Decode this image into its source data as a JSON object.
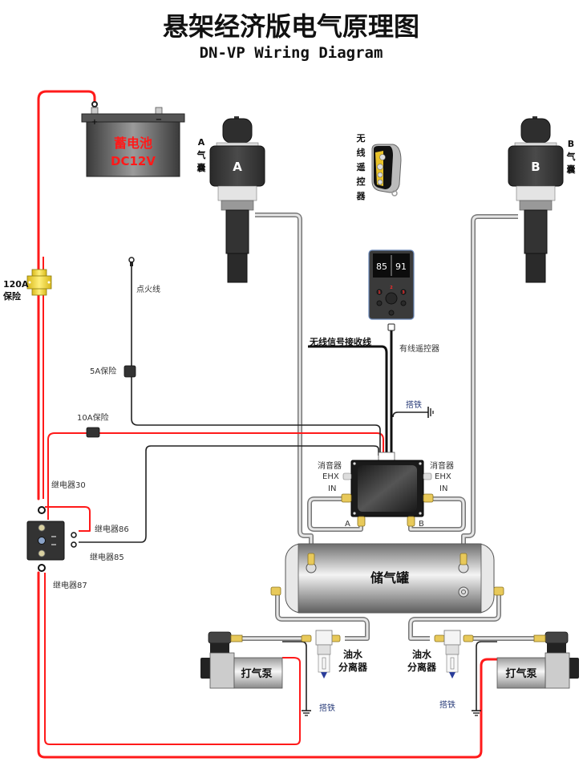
{
  "title": {
    "chinese": "悬架经济版电气原理图",
    "english": "DN-VP Wiring Diagram"
  },
  "battery": {
    "name": "蓄电池",
    "voltage": "DC12V",
    "positive": "+",
    "negative": "−"
  },
  "air_bag_a": {
    "letter": "A",
    "label_chars": [
      "A",
      "气",
      "囊"
    ]
  },
  "air_bag_b": {
    "letter": "B",
    "label_chars": [
      "B",
      "气",
      "囊"
    ]
  },
  "wireless_remote": {
    "label_chars": [
      "无",
      "线",
      "遥",
      "控",
      "器"
    ]
  },
  "wired_controller": {
    "left_value": "85",
    "right_value": "91",
    "button_labels": [
      "1",
      "2",
      "3"
    ],
    "label": "有线遥控器"
  },
  "labels": {
    "main_fuse": [
      "120A",
      "保险"
    ],
    "ignition_wire": "点火线",
    "fuse_5a": "5A保险",
    "fuse_10a": "10A保险",
    "wireless_receiver": "无线信号接收线",
    "ground_top": "搭铁",
    "relay_30": "继电器30",
    "relay_86": "继电器86",
    "relay_85": "继电器85",
    "relay_87": "继电器87"
  },
  "valve_block": {
    "muffler_left": "消音器",
    "ehx_left": "EHX",
    "in_left": "IN",
    "muffler_right": "消音器",
    "ehx_right": "EHX",
    "in_right": "IN",
    "port_a": "A",
    "port_b": "B"
  },
  "tank": {
    "label": "储气罐"
  },
  "left_pump": {
    "label": "打气泵",
    "separator": [
      "油水",
      "分离器"
    ],
    "ground": "搭铁"
  },
  "right_pump": {
    "label": "打气泵",
    "separator": [
      "油水",
      "分离器"
    ],
    "ground": "搭铁"
  },
  "colors": {
    "power_wire": "#ff1a1a",
    "signal_wire": "#222222",
    "air_pipe": "#777777",
    "fuse_yellow": "#f2d43a",
    "brass_fitting": "#e8c95a"
  }
}
